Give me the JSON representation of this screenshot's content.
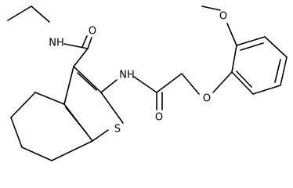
{
  "molecule": {
    "atom_labels": {
      "amide_nh_top": "NH",
      "amide_o_top": "O",
      "amide_nh_mid": "NH",
      "amide_o_mid": "O",
      "sulfur": "S",
      "ether_o": "O",
      "methoxy_o": "O"
    }
  }
}
